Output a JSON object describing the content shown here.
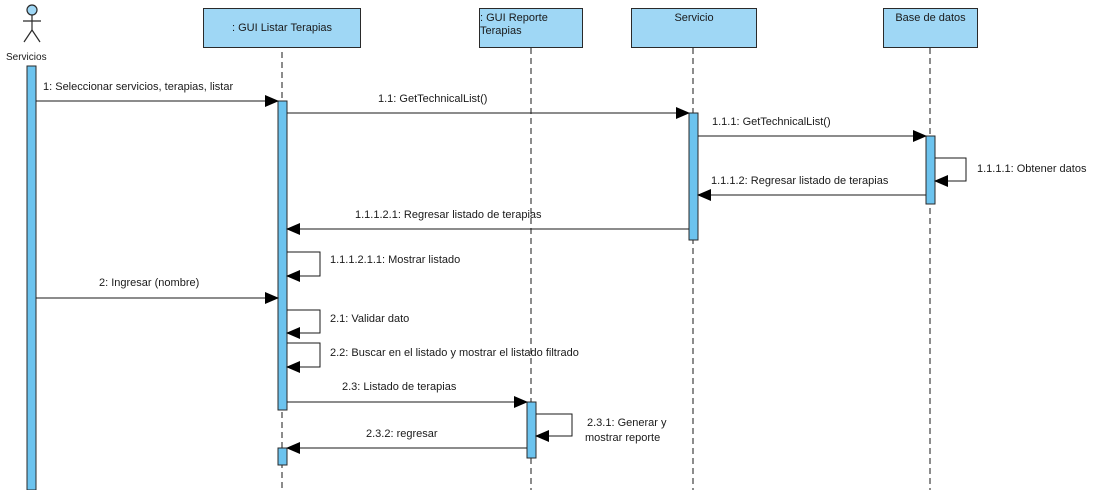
{
  "actor": {
    "name": "Servicios"
  },
  "lifelines": {
    "gui_listar": {
      "name": ": GUI Listar Terapias"
    },
    "gui_reporte": {
      "name_line1": ": GUI Reporte",
      "name_line2": "Terapias"
    },
    "servicio": {
      "name": "Servicio"
    },
    "base_datos": {
      "name": "Base de datos"
    }
  },
  "messages": {
    "m1": "1: Seleccionar servicios, terapias, listar",
    "m1_1": "1.1: GetTechnicalList()",
    "m1_1_1": "1.1.1: GetTechnicalList()",
    "m1_1_1_1": "1.1.1.1: Obtener datos",
    "m1_1_1_2": "1.1.1.2: Regresar listado de terapias",
    "m1_1_1_2_1": "1.1.1.2.1: Regresar listado de terapias",
    "m1_1_1_2_1_1": "1.1.1.2.1.1: Mostrar listado",
    "m2": "2: Ingresar (nombre)",
    "m2_1": "2.1: Validar dato",
    "m2_2": "2.2: Buscar en el listado y mostrar el listado filtrado",
    "m2_3": "2.3: Listado de terapias",
    "m2_3_1_line1": "2.3.1: Generar y",
    "m2_3_1_line2": "mostrar reporte",
    "m2_3_2": "2.3.2: regresar"
  },
  "colors": {
    "header_fill": "#9fd7f5",
    "activation_fill": "#6cc3ee",
    "line": "#1a1a1a",
    "background": "#ffffff"
  }
}
